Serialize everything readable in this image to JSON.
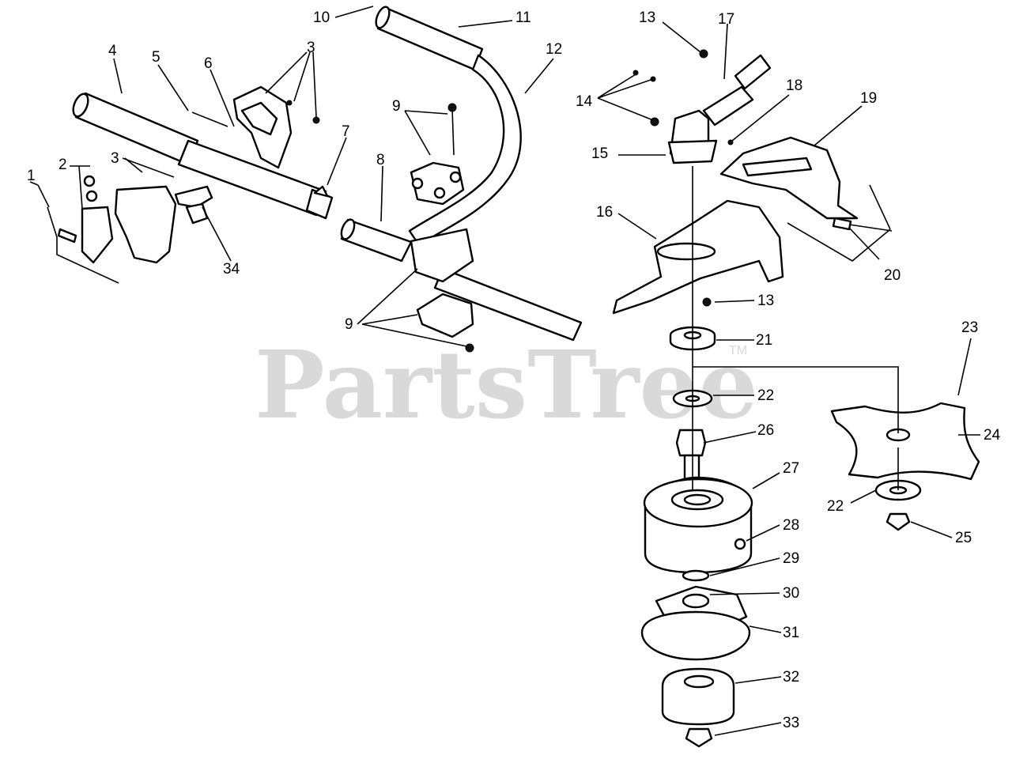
{
  "watermark": {
    "brand": "PartsTree",
    "mark": "TM"
  },
  "callouts": [
    {
      "id": "c1",
      "text": "1"
    },
    {
      "id": "c2",
      "text": "2"
    },
    {
      "id": "c3a",
      "text": "3"
    },
    {
      "id": "c3b",
      "text": "3"
    },
    {
      "id": "c4",
      "text": "4"
    },
    {
      "id": "c5",
      "text": "5"
    },
    {
      "id": "c6",
      "text": "6"
    },
    {
      "id": "c7",
      "text": "7"
    },
    {
      "id": "c8",
      "text": "8"
    },
    {
      "id": "c9a",
      "text": "9"
    },
    {
      "id": "c9b",
      "text": "9"
    },
    {
      "id": "c10",
      "text": "10"
    },
    {
      "id": "c11",
      "text": "11"
    },
    {
      "id": "c12",
      "text": "12"
    },
    {
      "id": "c13a",
      "text": "13"
    },
    {
      "id": "c13b",
      "text": "13"
    },
    {
      "id": "c14",
      "text": "14"
    },
    {
      "id": "c15",
      "text": "15"
    },
    {
      "id": "c16",
      "text": "16"
    },
    {
      "id": "c17",
      "text": "17"
    },
    {
      "id": "c18",
      "text": "18"
    },
    {
      "id": "c19",
      "text": "19"
    },
    {
      "id": "c20",
      "text": "20"
    },
    {
      "id": "c21",
      "text": "21"
    },
    {
      "id": "c22a",
      "text": "22"
    },
    {
      "id": "c22b",
      "text": "22"
    },
    {
      "id": "c23",
      "text": "23"
    },
    {
      "id": "c24",
      "text": "24"
    },
    {
      "id": "c25",
      "text": "25"
    },
    {
      "id": "c26",
      "text": "26"
    },
    {
      "id": "c27",
      "text": "27"
    },
    {
      "id": "c28",
      "text": "28"
    },
    {
      "id": "c29",
      "text": "29"
    },
    {
      "id": "c30",
      "text": "30"
    },
    {
      "id": "c31",
      "text": "31"
    },
    {
      "id": "c32",
      "text": "32"
    },
    {
      "id": "c33",
      "text": "33"
    },
    {
      "id": "c34",
      "text": "34"
    }
  ]
}
